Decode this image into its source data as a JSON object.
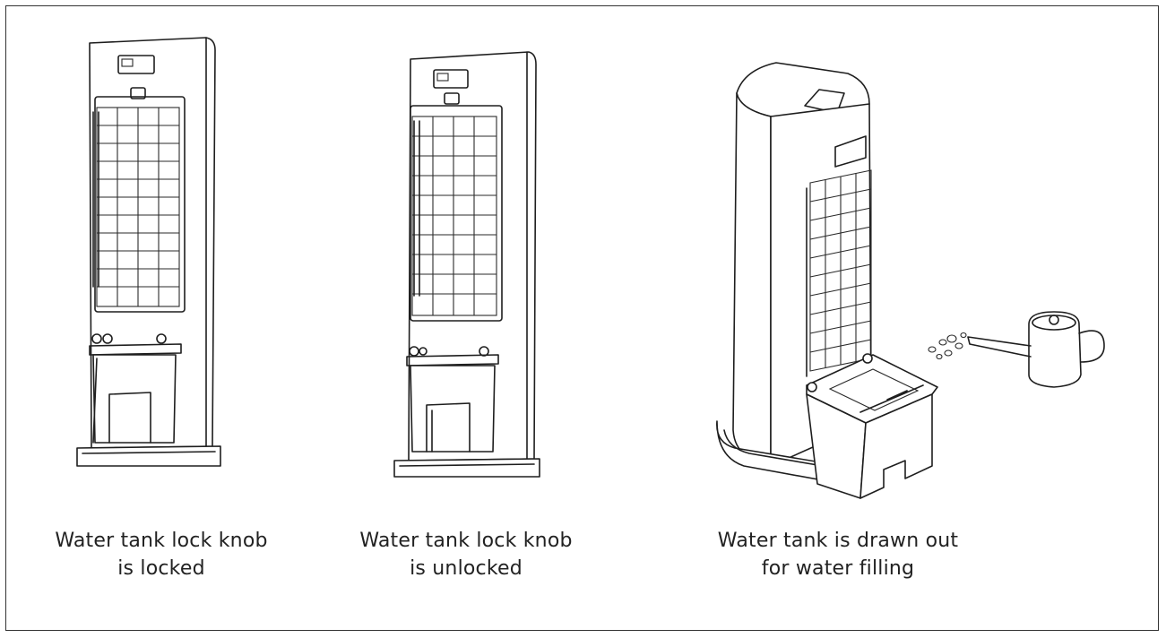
{
  "figure": {
    "panels": [
      {
        "id": "locked",
        "caption_line1": "Water tank lock knob",
        "caption_line2": "is locked"
      },
      {
        "id": "unlocked",
        "caption_line1": "Water tank lock knob",
        "caption_line2": "is unlocked"
      },
      {
        "id": "drawn-out",
        "caption_line1": "Water tank is drawn out",
        "caption_line2": "for water filling"
      }
    ]
  }
}
